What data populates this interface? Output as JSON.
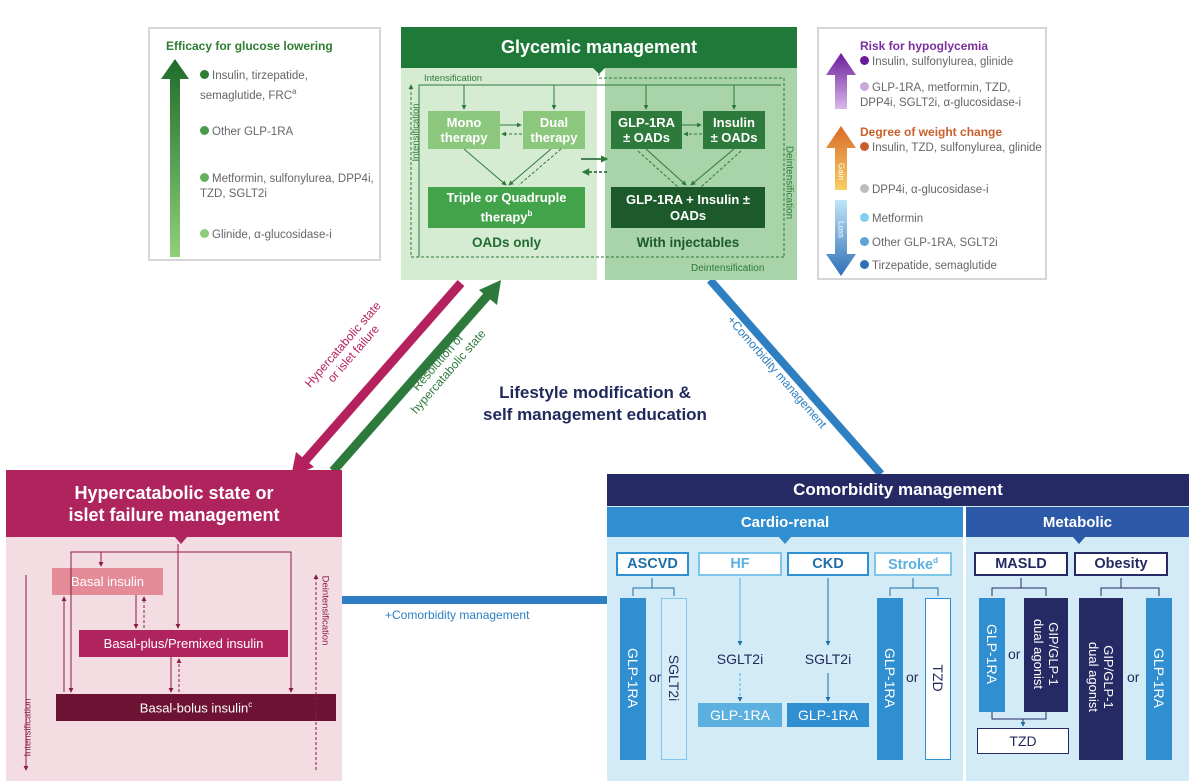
{
  "efficacy": {
    "title": "Efficacy for glucose lowering",
    "items": [
      {
        "text": "Insulin, tirzepatide, semaglutide, FRC",
        "sup": "a",
        "color": "#2e7d32"
      },
      {
        "text": "Other GLP-1RA",
        "sup": "",
        "color": "#4a9a4c"
      },
      {
        "text": "Metformin, sulfonylurea, DPP4i, TZD, SGLT2i",
        "sup": "",
        "color": "#65b05f"
      },
      {
        "text": "Glinide, α-glucosidase-i",
        "sup": "",
        "color": "#8fcc7a"
      }
    ]
  },
  "glycemic": {
    "title": "Glycemic management",
    "intensification_top": "Intensification",
    "intensification_side": "Intensification",
    "deintensification_side": "Deintensification",
    "deintensification_bottom": "Deintensification",
    "mono": "Mono therapy",
    "dual": "Dual therapy",
    "triple": "Triple or Quadruple therapy",
    "triple_sup": "b",
    "glp1_oads": "GLP-1RA ± OADs",
    "insulin_oads": "Insulin ± OADs",
    "glp1_insulin": "GLP-1RA + Insulin ± OADs",
    "oads_only": "OADs only",
    "with_injectables": "With injectables"
  },
  "risk": {
    "hypo_title": "Risk for hypoglycemia",
    "hypo_items": [
      {
        "text": "Insulin, sulfonylurea, glinide",
        "color": "#6a1b9a"
      },
      {
        "text": "GLP-1RA, metformin, TZD, DPP4i, SGLT2i, α-glucosidase-i",
        "color": "#c9a8dc"
      }
    ],
    "weight_title": "Degree of weight change",
    "gain_label": "Gain",
    "loss_label": "Loss",
    "weight_items": [
      {
        "text": "Insulin, TZD, sulfonylurea, glinide",
        "color": "#c8602b"
      },
      {
        "text": "DPP4i, α-glucosidase-i",
        "color": "#bdbdbd"
      },
      {
        "text": "Metformin",
        "color": "#7fd0ee"
      },
      {
        "text": "Other GLP-1RA, SGLT2i",
        "color": "#5aa4d6"
      },
      {
        "text": "Tirzepatide, semaglutide",
        "color": "#2f6fb8"
      }
    ]
  },
  "center_text": {
    "line1": "Lifestyle modification &",
    "line2": "self management education"
  },
  "arrows": {
    "hypercatabolic": "Hypercatabolic state or islet failure",
    "hypercatabolic_l1": "Hypercatabolic state",
    "hypercatabolic_l2": "or islet failure",
    "resolution_l1": "Resolution of",
    "resolution_l2": "hypercatabolic state",
    "comorbidity_diag": "+Comorbidity management",
    "comorbidity_horiz": "+Comorbidity management"
  },
  "hyper": {
    "title_l1": "Hypercatabolic state or",
    "title_l2": "islet failure management",
    "basal": "Basal insulin",
    "basal_plus": "Basal-plus/Premixed insulin",
    "basal_bolus": "Basal-bolus insulin",
    "basal_bolus_sup": "c",
    "intensification": "Intensification",
    "deintensification": "Deintensification"
  },
  "comorbidity": {
    "title": "Comorbidity management",
    "cardio": "Cardio-renal",
    "metabolic": "Metabolic",
    "ascvd": "ASCVD",
    "hf": "HF",
    "ckd": "CKD",
    "stroke": "Stroke",
    "stroke_sup": "d",
    "masld": "MASLD",
    "obesity": "Obesity",
    "glp1ra": "GLP-1RA",
    "sglt2i": "SGLT2i",
    "tzd": "TZD",
    "or": "or",
    "gip_l1": "GIP/GLP-1",
    "gip_l2": "dual agonist"
  }
}
